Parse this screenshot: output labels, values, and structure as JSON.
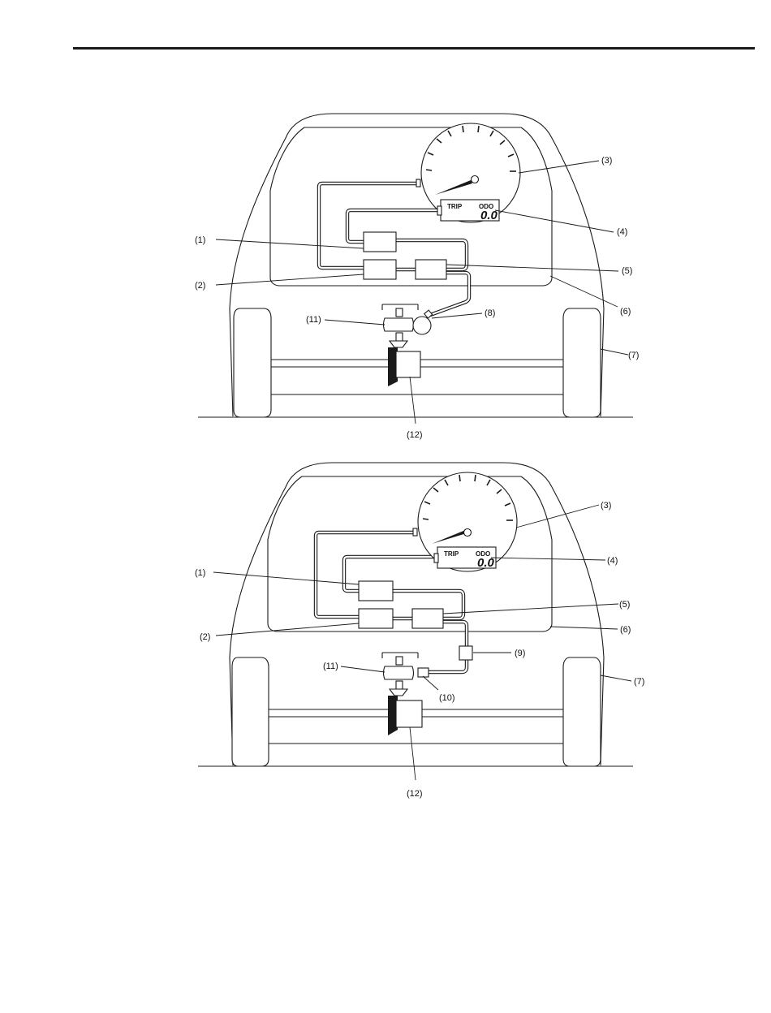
{
  "diagrams": [
    {
      "labels": [
        "(1)",
        "(2)",
        "(3)",
        "(4)",
        "(5)",
        "(6)",
        "(7)",
        "(8)",
        "(11)",
        "(12)"
      ],
      "display": {
        "trip": "TRIP",
        "odo": "ODO",
        "value": "0.0"
      }
    },
    {
      "labels": [
        "(1)",
        "(2)",
        "(3)",
        "(4)",
        "(5)",
        "(6)",
        "(7)",
        "(9)",
        "(10)",
        "(11)",
        "(12)"
      ],
      "display": {
        "trip": "TRIP",
        "odo": "ODO",
        "value": "0.0"
      }
    }
  ]
}
